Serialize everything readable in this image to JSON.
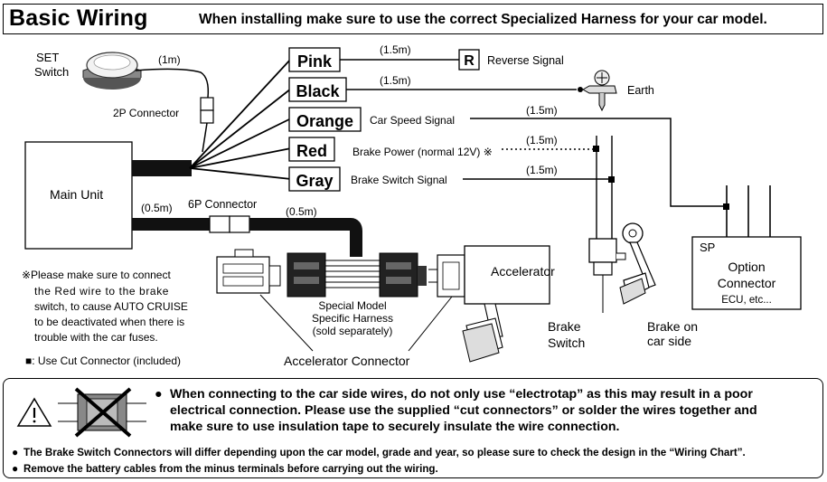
{
  "header": {
    "title": "Basic Wiring",
    "subtitle": "When installing make sure to use the correct Specialized Harness for your car model."
  },
  "set_switch": {
    "label_line1": "SET",
    "label_line2": "Switch",
    "cable_length": "(1m)"
  },
  "connector_2p": "2P Connector",
  "main_unit": "Main Unit",
  "wires": [
    {
      "color_name": "Pink",
      "length": "(1.5m)",
      "target": "Reverse Signal",
      "badge": "R"
    },
    {
      "color_name": "Black",
      "length": "(1.5m)",
      "target": "Earth"
    },
    {
      "color_name": "Orange",
      "length": "(1.5m)",
      "target": "Car Speed Signal"
    },
    {
      "color_name": "Red",
      "length": "(1.5m)",
      "target": "Brake Power (normal 12V) ※"
    },
    {
      "color_name": "Gray",
      "length": "(1.5m)",
      "target": "Brake Switch Signal"
    }
  ],
  "harness": {
    "main_length": "(0.5m)",
    "connector_6p": "6P Connector",
    "harness_length": "(0.5m)",
    "special_line1": "Special Model",
    "special_line2": "Specific Harness",
    "special_line3": "(sold separately)",
    "accelerator": "Accelerator",
    "accelerator_connector": "Accelerator Connector"
  },
  "red_note": {
    "line1": "※Please make sure to connect",
    "line2": "the Red wire to the brake",
    "line3": "switch, to cause AUTO CRUISE",
    "line4": "to be deactivated when there is",
    "line5": "trouble with the car fuses."
  },
  "cut_connector_note": "■: Use Cut Connector (included)",
  "brake": {
    "switch_line1": "Brake",
    "switch_line2": "Switch",
    "car_line1": "Brake on",
    "car_line2": "car side"
  },
  "option": {
    "sp": "SP",
    "line1": "Option",
    "line2": "Connector",
    "line3": "ECU, etc..."
  },
  "warning": {
    "line1": "When connecting to the car side wires, do not only use “electrotap” as this may result in a poor",
    "line2": "electrical connection. Please use the supplied “cut connectors” or solder the wires together and",
    "line3": "make sure to use insulation tape to securely insulate the wire connection.",
    "note1": "The Brake Switch Connectors will differ depending upon the car model, grade and year, so please sure to check the design in the “Wiring Chart”.",
    "note2": "Remove the battery cables from the minus terminals before carrying out the wiring."
  }
}
